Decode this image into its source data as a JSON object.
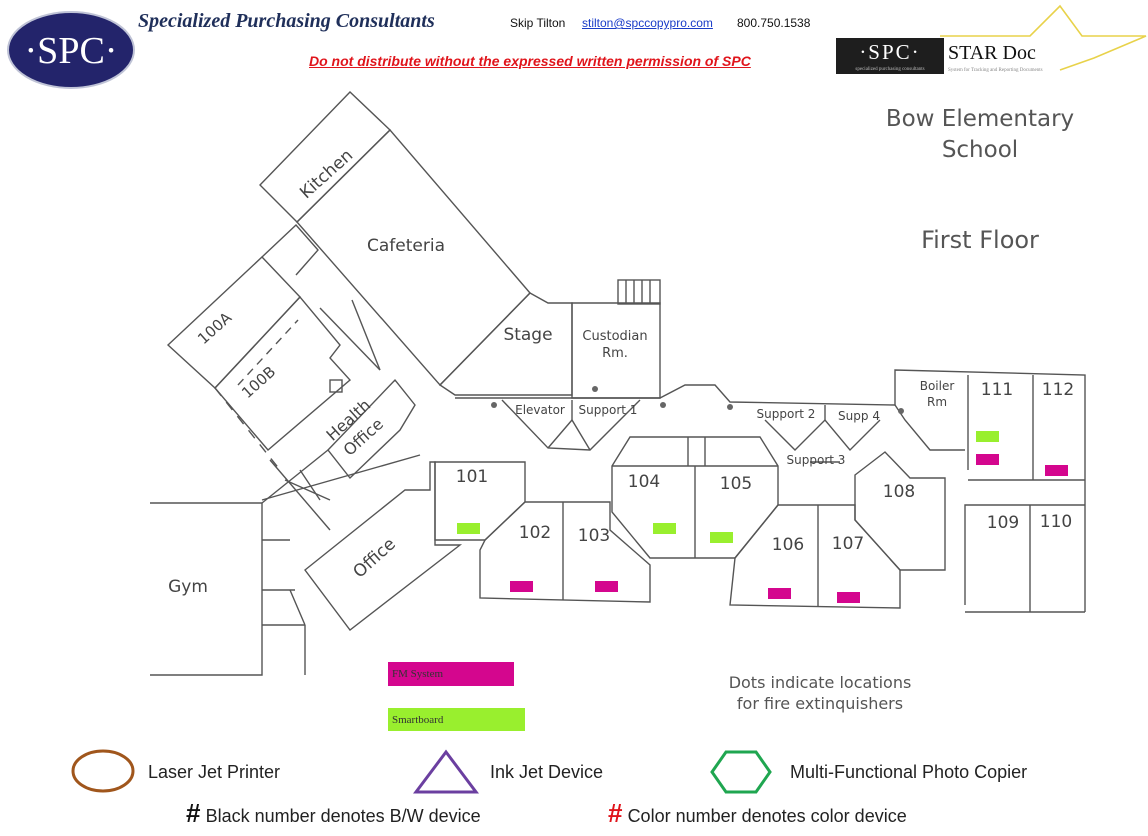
{
  "header": {
    "logo_text": "·SPC·",
    "company_name": "Specialized Purchasing Consultants",
    "contact_name": "Skip Tilton",
    "contact_email": "stilton@spccopypro.com",
    "contact_phone": "800.750.1538",
    "warning": "Do not distribute without the expressed written permission of SPC",
    "star_logo": {
      "mark": "·SPC·",
      "mark_subtitle": "specialized purchasing consultants",
      "product": "STAR Doc",
      "tagline": "System for Tracking and Reporting Documents"
    }
  },
  "titles": {
    "school_line1": "Bow Elementary",
    "school_line2": "School",
    "floor": "First Floor"
  },
  "rooms": {
    "kitchen": "Kitchen",
    "cafeteria": "Cafeteria",
    "r100a": "100A",
    "r100b": "100B",
    "stage": "Stage",
    "custodian_1": "Custodian",
    "custodian_2": "Rm.",
    "elevator": "Elevator",
    "support1": "Support 1",
    "support2": "Support 2",
    "support3": "Support 3",
    "supp4": "Supp 4",
    "boiler_1": "Boiler",
    "boiler_2": "Rm",
    "health_1": "Health",
    "health_2": "Office",
    "office": "Office",
    "gym": "Gym",
    "r101": "101",
    "r102": "102",
    "r103": "103",
    "r104": "104",
    "r105": "105",
    "r106": "106",
    "r107": "107",
    "r108": "108",
    "r109": "109",
    "r110": "110",
    "r111": "111",
    "r112": "112"
  },
  "equipment": {
    "fm_system_rooms": [
      "102",
      "103",
      "106",
      "107",
      "111",
      "112"
    ],
    "smartboard_rooms": [
      "101",
      "104",
      "105",
      "111"
    ]
  },
  "colors": {
    "fm_system": "#d4068e",
    "smartboard": "#99ef2e",
    "laser_jet": "#a0561c",
    "ink_jet": "#6b3fa0",
    "copier": "#1fa650",
    "warning_red": "#e0141b",
    "logo_navy": "#23246b"
  },
  "legend": {
    "fm_system": "FM System",
    "smartboard": "Smartboard",
    "dots_note_1": "Dots indicate locations",
    "dots_note_2": "for fire extinquishers",
    "laser_jet": "Laser Jet Printer",
    "ink_jet": "Ink Jet Device",
    "copier": "Multi-Functional Photo Copier",
    "hash_symbol": "#",
    "bw_note": "Black number denotes B/W device",
    "color_note": "Color number denotes color device"
  }
}
